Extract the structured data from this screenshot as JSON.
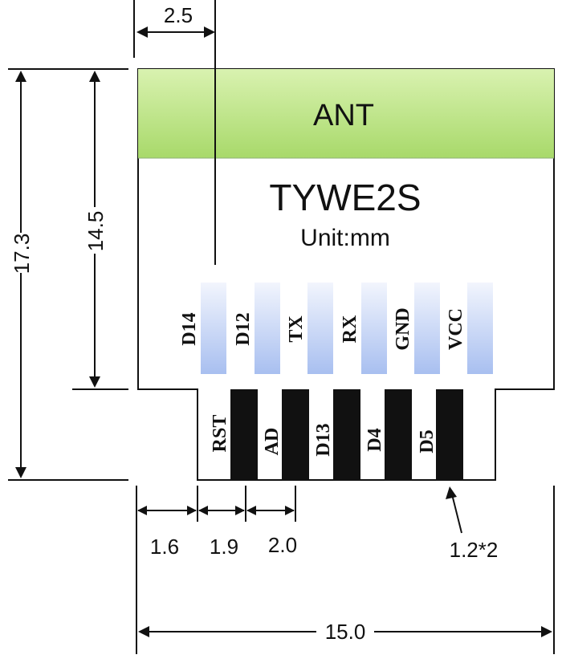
{
  "module": {
    "antenna_label": "ANT",
    "name": "TYWE2S",
    "unit": "Unit:mm"
  },
  "colors": {
    "antenna_top": "#d9f2b0",
    "antenna_bottom": "#a8d96a",
    "pad_top": "#f2f5fd",
    "pad_bottom": "#a8bff0",
    "edge_pad": "#111111"
  },
  "top_pins": [
    "D14",
    "D12",
    "TX",
    "RX",
    "GND",
    "VCC"
  ],
  "bottom_pins": [
    "RST",
    "AD",
    "D13",
    "D4",
    "D5"
  ],
  "dimensions": {
    "top_offset": "2.5",
    "total_height": "17.3",
    "body_height": "14.5",
    "side_margin": "1.6",
    "first_pitch": "1.9",
    "pitch": "2.0",
    "pad_size": "1.2*2",
    "total_width": "15.0"
  }
}
